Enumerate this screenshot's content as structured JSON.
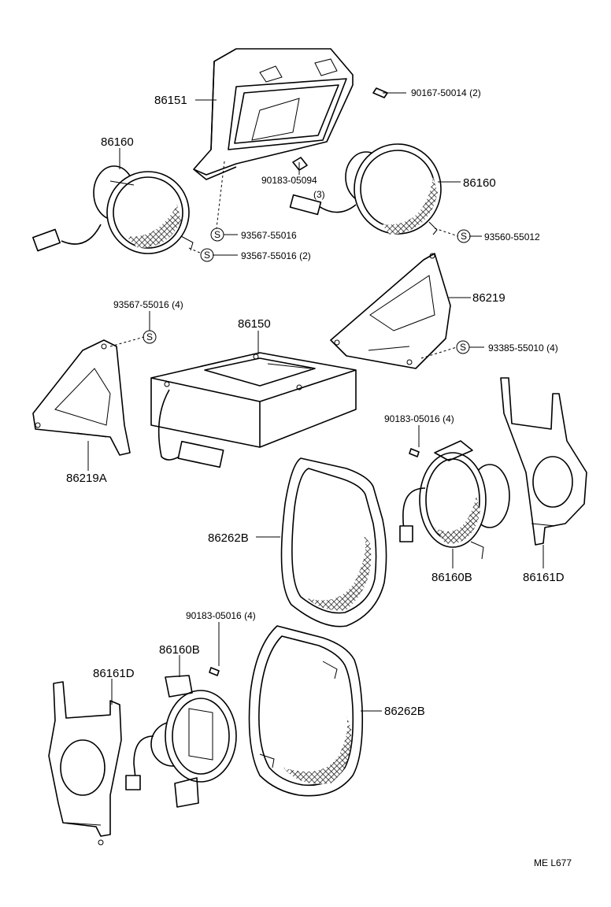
{
  "labels": {
    "p86151": "86151",
    "p86160_left": "86160",
    "p86160_right": "86160",
    "p90167": "90167-50014 (2)",
    "p90183_05094": "90183-05094",
    "p90183_05094_qty": "(3)",
    "p93567_a": "93567-55016",
    "p93567_b": "93567-55016 (2)",
    "p93560": "93560-55012",
    "p93567_c": "93567-55016 (4)",
    "p86150": "86150",
    "p86219": "86219",
    "p93385": "93385-55010 (4)",
    "p86219A": "86219A",
    "p90183_a": "90183-05016 (4)",
    "p86262B_top": "86262B",
    "p86160B_right": "86160B",
    "p86161D_right": "86161D",
    "p90183_b": "90183-05016 (4)",
    "p86160B_left": "86160B",
    "p86161D_left": "86161D",
    "p86262B_bottom": "86262B",
    "footer": "ME  L677"
  },
  "symbol_s": "S"
}
